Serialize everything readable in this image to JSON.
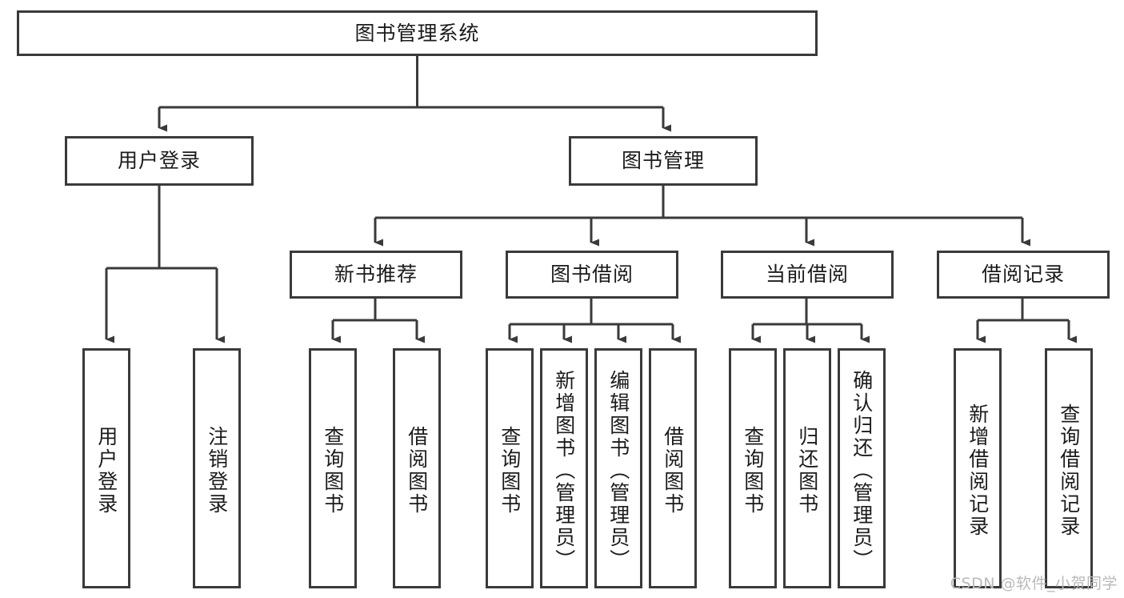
{
  "diagram": {
    "title_node": {
      "id": "root",
      "label": "图书管理系统"
    },
    "level2": [
      {
        "id": "user-login",
        "label": "用户登录"
      },
      {
        "id": "book-manage",
        "label": "图书管理"
      }
    ],
    "level3": [
      {
        "id": "new-book-rec",
        "label": "新书推荐"
      },
      {
        "id": "book-borrow",
        "label": "图书借阅"
      },
      {
        "id": "current-borrow",
        "label": "当前借阅"
      },
      {
        "id": "borrow-record",
        "label": "借阅记录"
      }
    ],
    "leaves": [
      {
        "id": "leaf-user-login",
        "label": "用户登录",
        "parent": "user-login"
      },
      {
        "id": "leaf-logout-login",
        "label": "注销登录",
        "parent": "user-login"
      },
      {
        "id": "leaf-query-book-1",
        "label": "查询图书",
        "parent": "new-book-rec"
      },
      {
        "id": "leaf-borrow-book-1",
        "label": "借阅图书",
        "parent": "new-book-rec"
      },
      {
        "id": "leaf-query-book-2",
        "label": "查询图书",
        "parent": "book-borrow"
      },
      {
        "id": "leaf-add-book",
        "label": "新增图书（管理员）",
        "parent": "book-borrow"
      },
      {
        "id": "leaf-edit-book",
        "label": "编辑图书（管理员）",
        "parent": "book-borrow"
      },
      {
        "id": "leaf-borrow-book-2",
        "label": "借阅图书",
        "parent": "book-borrow"
      },
      {
        "id": "leaf-query-book-3",
        "label": "查询图书",
        "parent": "current-borrow"
      },
      {
        "id": "leaf-return-book",
        "label": "归还图书",
        "parent": "current-borrow"
      },
      {
        "id": "leaf-confirm-return",
        "label": "确认归还（管理员）",
        "parent": "current-borrow"
      },
      {
        "id": "leaf-add-record",
        "label": "新增借阅记录",
        "parent": "borrow-record"
      },
      {
        "id": "leaf-query-record",
        "label": "查询借阅记录",
        "parent": "borrow-record"
      }
    ]
  },
  "watermark": {
    "text": "CSDN @软件_小贺同学"
  },
  "colors": {
    "border": "#3a3a3a",
    "background": "#ffffff",
    "text": "#1b1b1b",
    "watermark": "#b9b9b9"
  }
}
